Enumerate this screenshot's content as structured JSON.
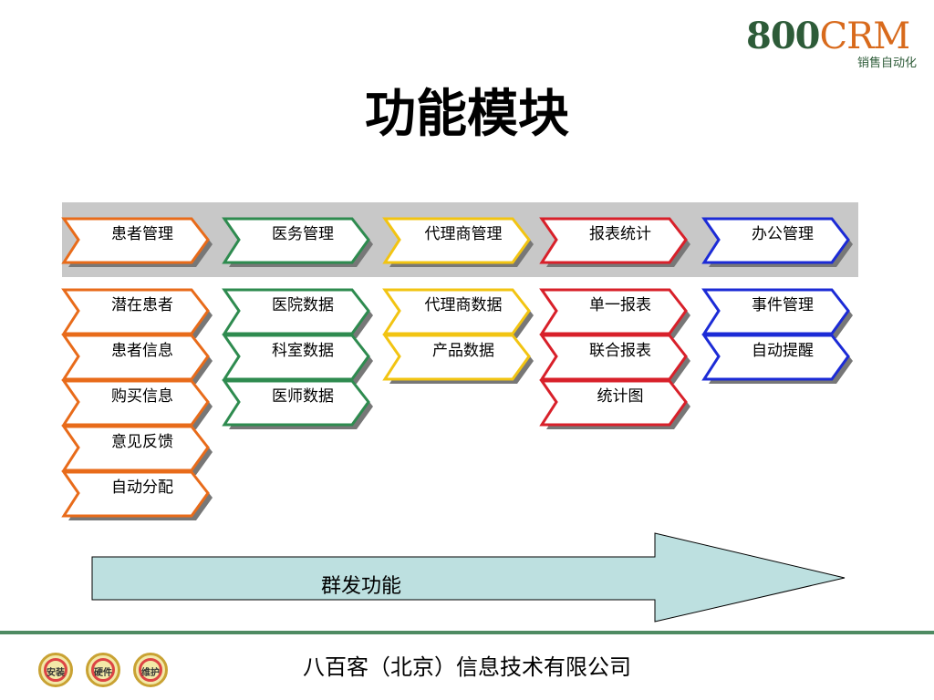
{
  "logo": {
    "num": "800",
    "crm": "CRM",
    "tagline": "销售自动化"
  },
  "title": "功能模块",
  "columns": [
    {
      "color": "#e86b1a",
      "header": "患者管理",
      "items": [
        "潜在患者",
        "患者信息",
        "购买信息",
        "意见反馈",
        "自动分配"
      ]
    },
    {
      "color": "#2e8b4f",
      "header": "医务管理",
      "items": [
        "医院数据",
        "科室数据",
        "医师数据"
      ]
    },
    {
      "color": "#f2c412",
      "header": "代理商管理",
      "items": [
        "代理商数据",
        "产品数据"
      ]
    },
    {
      "color": "#d8202a",
      "header": "报表统计",
      "items": [
        "单一报表",
        "联合报表",
        "统计图"
      ]
    },
    {
      "color": "#1c2bd6",
      "header": "办公管理",
      "items": [
        "事件管理",
        "自动提醒"
      ]
    }
  ],
  "broadcast": {
    "label": "群发功能"
  },
  "footer": {
    "company": "八百客（北京）信息技术有限公司",
    "badges": [
      "安装",
      "硬件",
      "维护"
    ]
  }
}
